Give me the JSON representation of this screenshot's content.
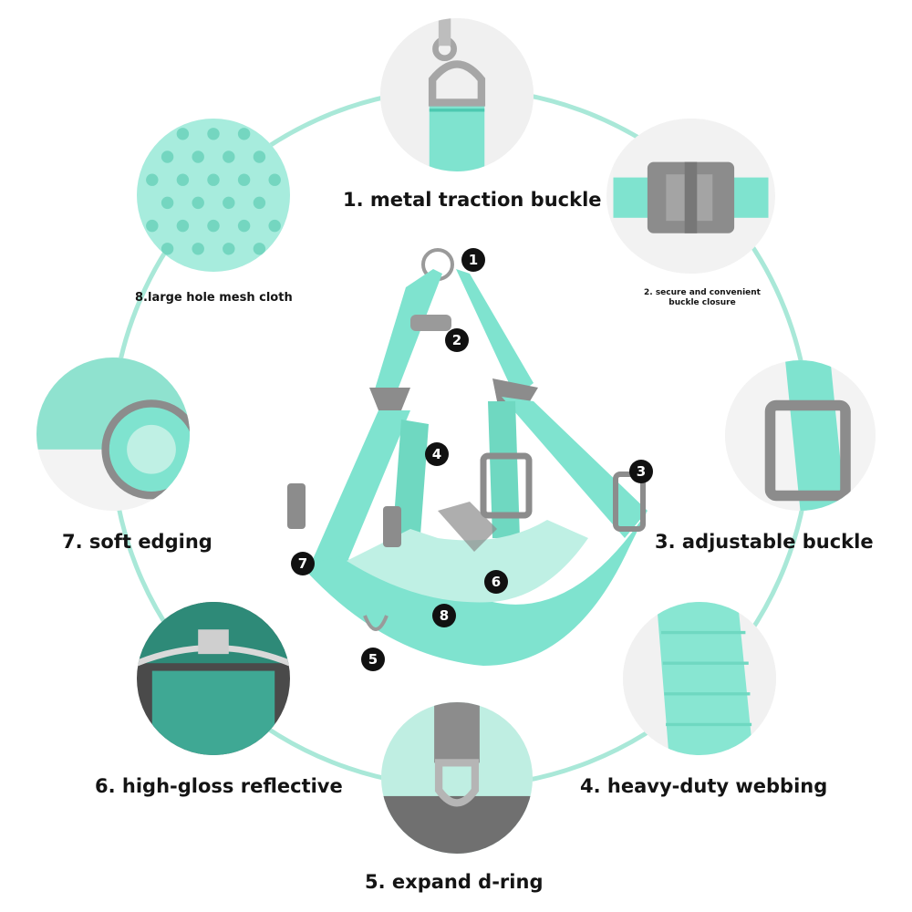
{
  "labels": {
    "feature1": "1. metal traction buckle",
    "feature2": "2. secure and convenient buckle closure",
    "feature3": "3. adjustable buckle",
    "feature4": "4. heavy-duty webbing",
    "feature5": "5. expand d-ring",
    "feature6": "6. high-gloss reflective",
    "feature7": "7. soft edging",
    "feature8": "8.large hole mesh cloth"
  },
  "markers": [
    "1",
    "2",
    "3",
    "4",
    "5",
    "6",
    "7",
    "8"
  ],
  "colors": {
    "mint": "#7fe3cf",
    "mint_dark": "#4cc9b0",
    "gray": "#8c8c8c",
    "ring": "#a9e8d8"
  }
}
